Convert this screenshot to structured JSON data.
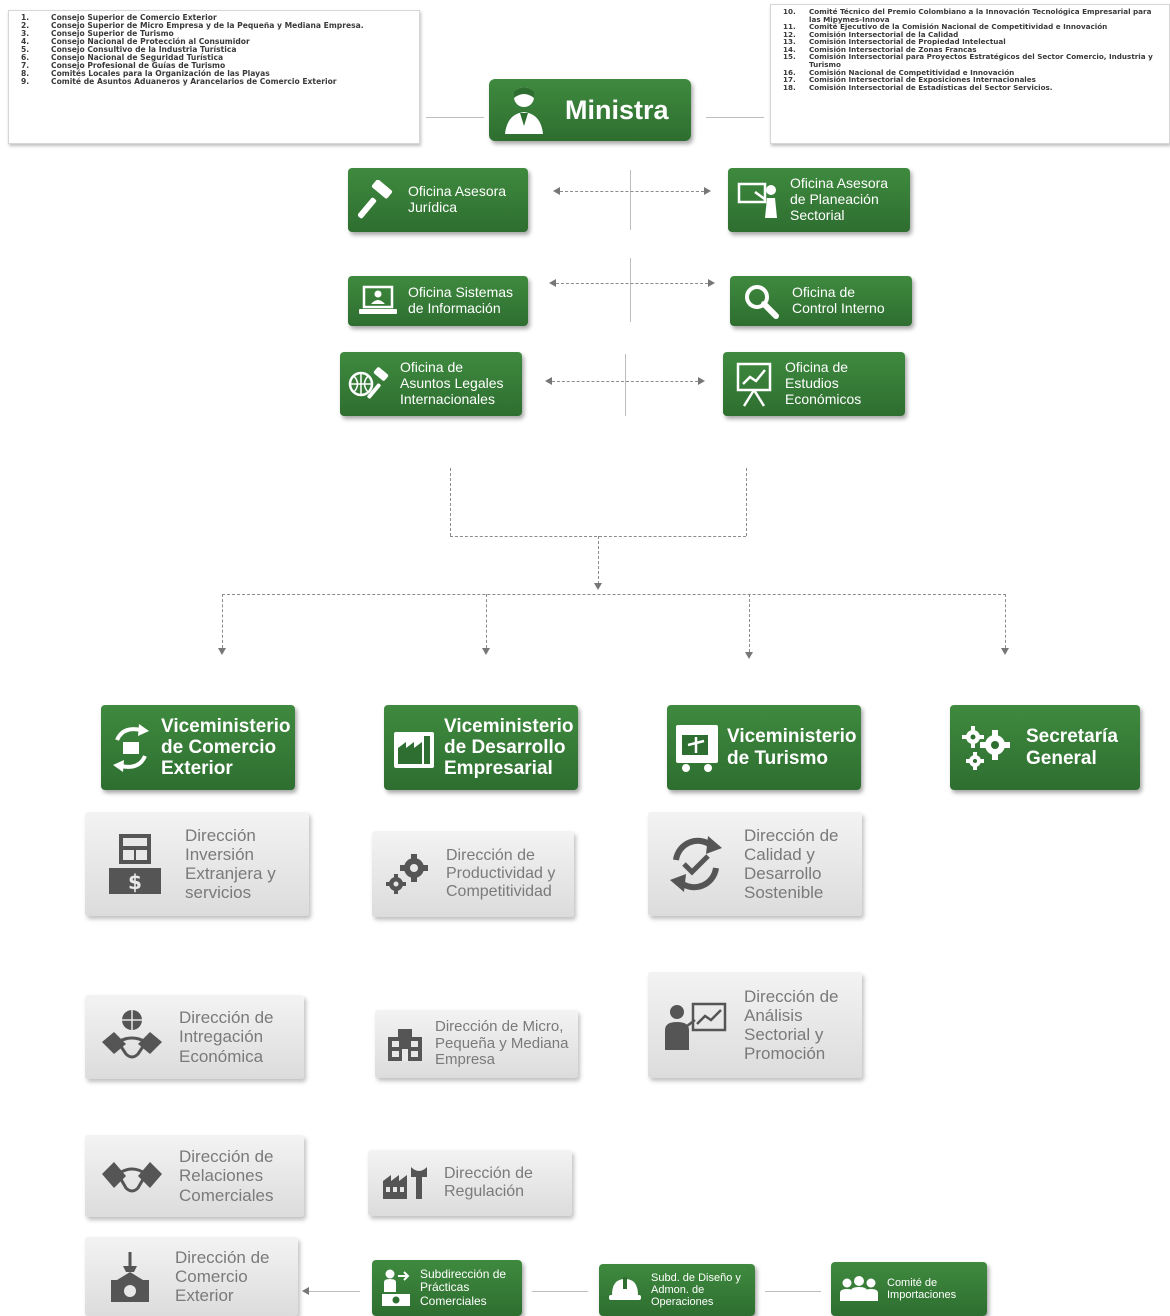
{
  "left_list": [
    {
      "num": "1.",
      "text": "Consejo Superior de Comercio Exterior"
    },
    {
      "num": "2.",
      "text": "Consejo Superior de Micro Empresa y de la Pequeña y Mediana Empresa."
    },
    {
      "num": "3.",
      "text": "Consejo Superior de Turismo"
    },
    {
      "num": "4.",
      "text": "Consejo Nacional de Protección al Consumidor"
    },
    {
      "num": "5.",
      "text": "Consejo Consultivo de la Industria Turística"
    },
    {
      "num": "6.",
      "text": "Consejo Nacional de Seguridad Turística"
    },
    {
      "num": "7.",
      "text": "Consejo Profesional de Guías de Turismo"
    },
    {
      "num": "8.",
      "text": "Comités Locales para la Organización de las Playas"
    },
    {
      "num": "9.",
      "text": "Comité de Asuntos Aduaneros y Arancelarios  de Comercio Exterior"
    }
  ],
  "right_list": [
    {
      "num": "10.",
      "text": "Comité Técnico del Premio Colombiano a la Innovación Tecnológica Empresarial para las Mipymes-Innova"
    },
    {
      "num": "11.",
      "text": "Comité Ejecutivo de la Comisión Nacional de Competitividad e Innovación"
    },
    {
      "num": "12.",
      "text": "Comisión Intersectorial de la Calidad"
    },
    {
      "num": "13.",
      "text": "Comisión Intersectorial de Propiedad Intelectual"
    },
    {
      "num": "14.",
      "text": "Comisión Intersectorial de Zonas Francas"
    },
    {
      "num": "15.",
      "text": "Comisión Intersectorial para Proyectos Estratégicos del Sector Comercio, Industria y Turismo"
    },
    {
      "num": "16.",
      "text": "Comisión Nacional de Competitividad e Innovación"
    },
    {
      "num": "17.",
      "text": "Comisión Intersectorial de Exposiciones Internacionales"
    },
    {
      "num": "18.",
      "text": "Comisión Intersectorial de Estadísticas del Sector Servicios."
    }
  ],
  "ministra": "Ministra",
  "offices": {
    "juridica": "Oficina Asesora Jurídica",
    "planeacion": "Oficina Asesora de Planeación Sectorial",
    "sistemas": "Oficina Sistemas de Información",
    "control": "Oficina de Control Interno",
    "legales": "Oficina de Asuntos Legales Internacionales",
    "estudios": "Oficina de Estudios Económicos"
  },
  "vice": {
    "comercio": "Viceministerio de Comercio Exterior",
    "desarrollo": "Viceministerio de Desarrollo Empresarial",
    "turismo": "Viceministerio de Turismo",
    "secretaria": "Secretaría General"
  },
  "directions": {
    "inversion": "Dirección Inversión Extranjera y servicios",
    "integracion": "Dirección de Intregación Económica",
    "relaciones": "Dirección de Relaciones Comerciales",
    "comercio_ext": "Dirección de Comercio Exterior",
    "productividad": "Dirección de Productividad y Competitividad",
    "mipyme": "Dirección de Micro, Pequeña y Mediana Empresa",
    "regulacion": "Dirección de Regulación",
    "calidad": "Dirección de Calidad y Desarrollo Sostenible",
    "analisis": "Dirección de Análisis Sectorial y Promoción"
  },
  "bottom": {
    "practicas": "Subdirección de Prácticas Comerciales",
    "diseno": "Subd. de Diseño y Admon. de Operaciones",
    "comite": "Comité de Importaciones"
  }
}
